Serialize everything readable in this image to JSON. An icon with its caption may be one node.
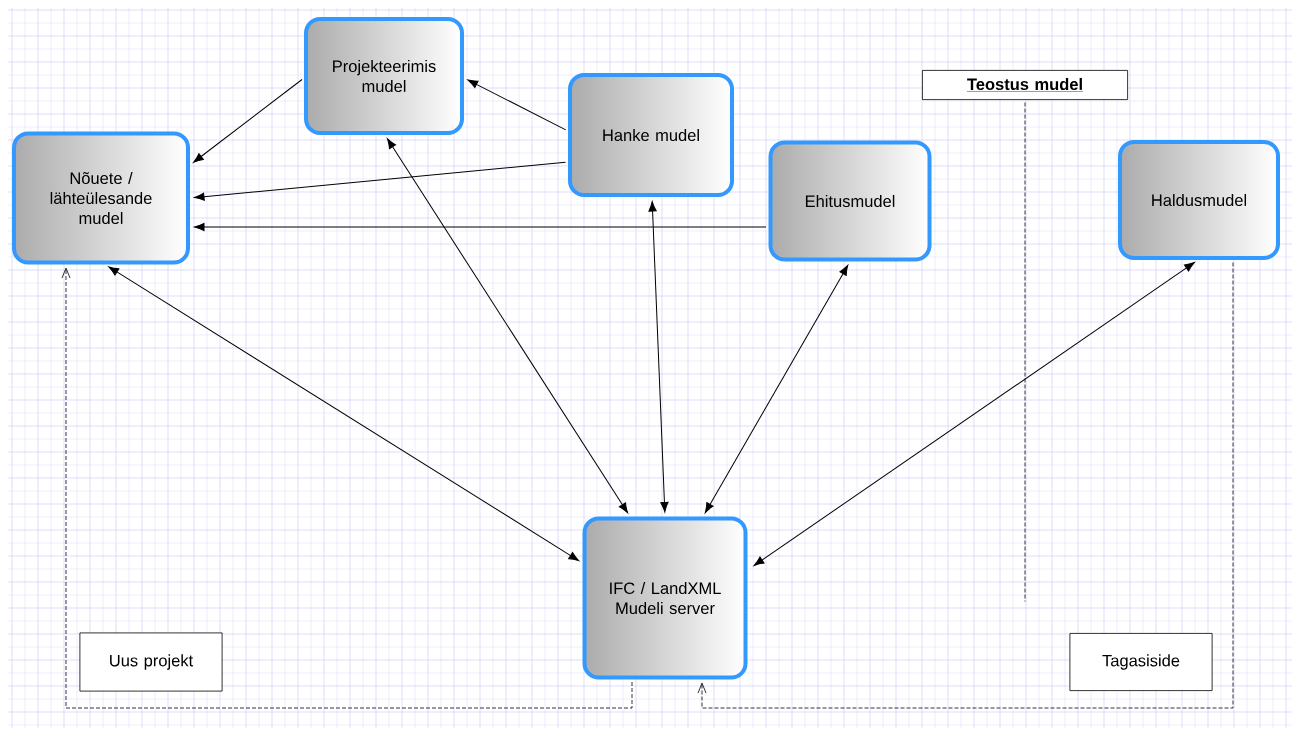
{
  "diagram": {
    "nodes": [
      {
        "text": [
          "Projekteerimis mudel"
        ]
      },
      {
        "text": [
          "Hanke mudel"
        ]
      },
      {
        "text": [
          "Nõuete / lähteülesande mudel"
        ]
      },
      {
        "text": [
          "Ehitusmudel"
        ]
      },
      {
        "text": [
          "Teostus mudel"
        ]
      },
      {
        "text": [
          "Haldusmudel"
        ]
      },
      {
        "text": [
          "IFC / LandXML Mudeli server"
        ]
      },
      {
        "text": [
          "Uus projekt"
        ]
      },
      {
        "text": [
          "Tagasiside"
        ]
      }
    ],
    "edges": [
      {
        "from": 0,
        "to": 2,
        "arrow": "to"
      },
      {
        "from": 1,
        "to": 0,
        "arrow": "to"
      },
      {
        "from": 1,
        "to": 2,
        "arrow": "to"
      },
      {
        "from": 3,
        "to": 2,
        "arrow": "to"
      },
      {
        "from": 6,
        "to": 2,
        "arrow": "both"
      },
      {
        "from": 6,
        "to": 0,
        "arrow": "both"
      },
      {
        "from": 6,
        "to": 1,
        "arrow": "both"
      },
      {
        "from": 6,
        "to": 3,
        "arrow": "both"
      },
      {
        "from": 6,
        "to": 5,
        "arrow": "both"
      },
      {
        "from": 6,
        "to": 2,
        "arrow": "to",
        "style": "dashed"
      },
      {
        "from": 5,
        "to": 6,
        "arrow": "to",
        "style": "dashed"
      },
      {
        "from": 4,
        "to": null,
        "arrow": "none",
        "style": "dashed"
      }
    ]
  }
}
